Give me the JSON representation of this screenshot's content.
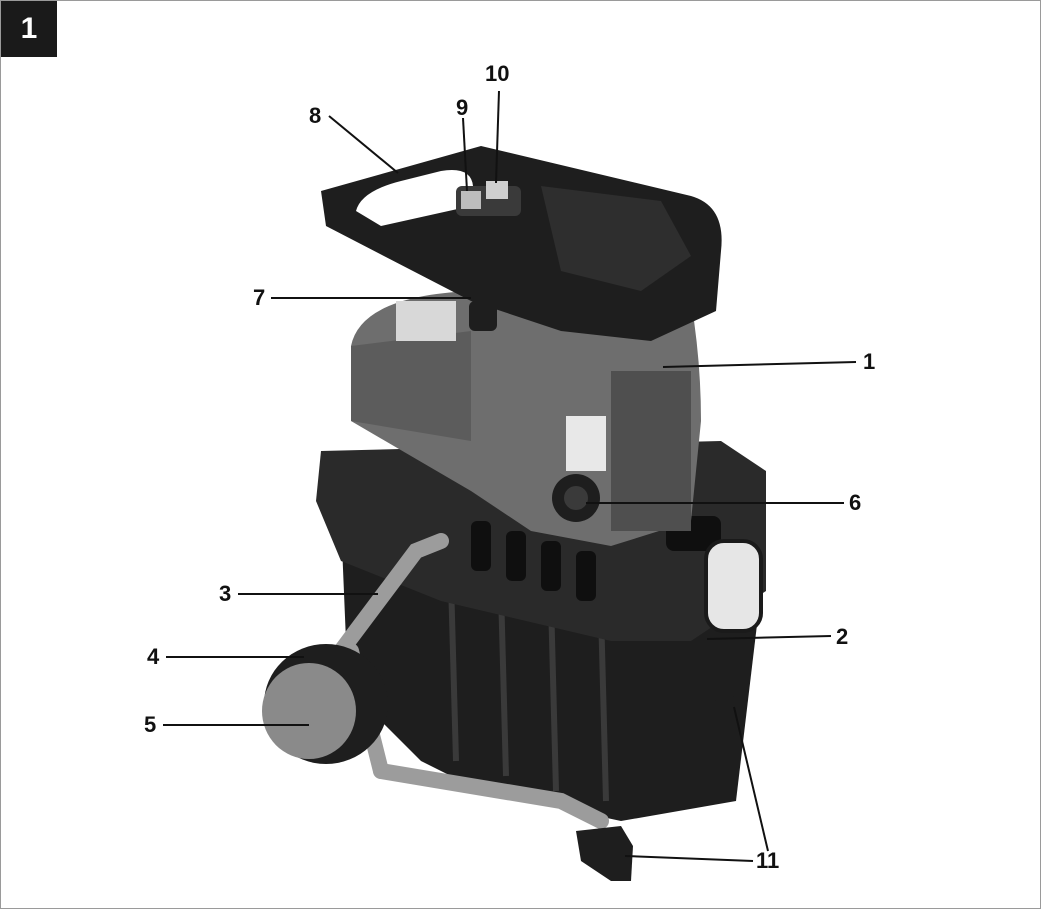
{
  "figure_number": "1",
  "callouts": {
    "c1": "1",
    "c2": "2",
    "c3": "3",
    "c4": "4",
    "c5": "5",
    "c6": "6",
    "c7": "7",
    "c8": "8",
    "c9": "9",
    "c10": "10",
    "c11": "11"
  },
  "colors": {
    "housing": "#6e6e6e",
    "plastic_dark": "#1e1e1e",
    "plastic_mid": "#2e2e2e",
    "frame_metal": "#9c9c9c",
    "wheel_hub": "#8a8a8a",
    "handle_grip": "#e6e6e6"
  }
}
